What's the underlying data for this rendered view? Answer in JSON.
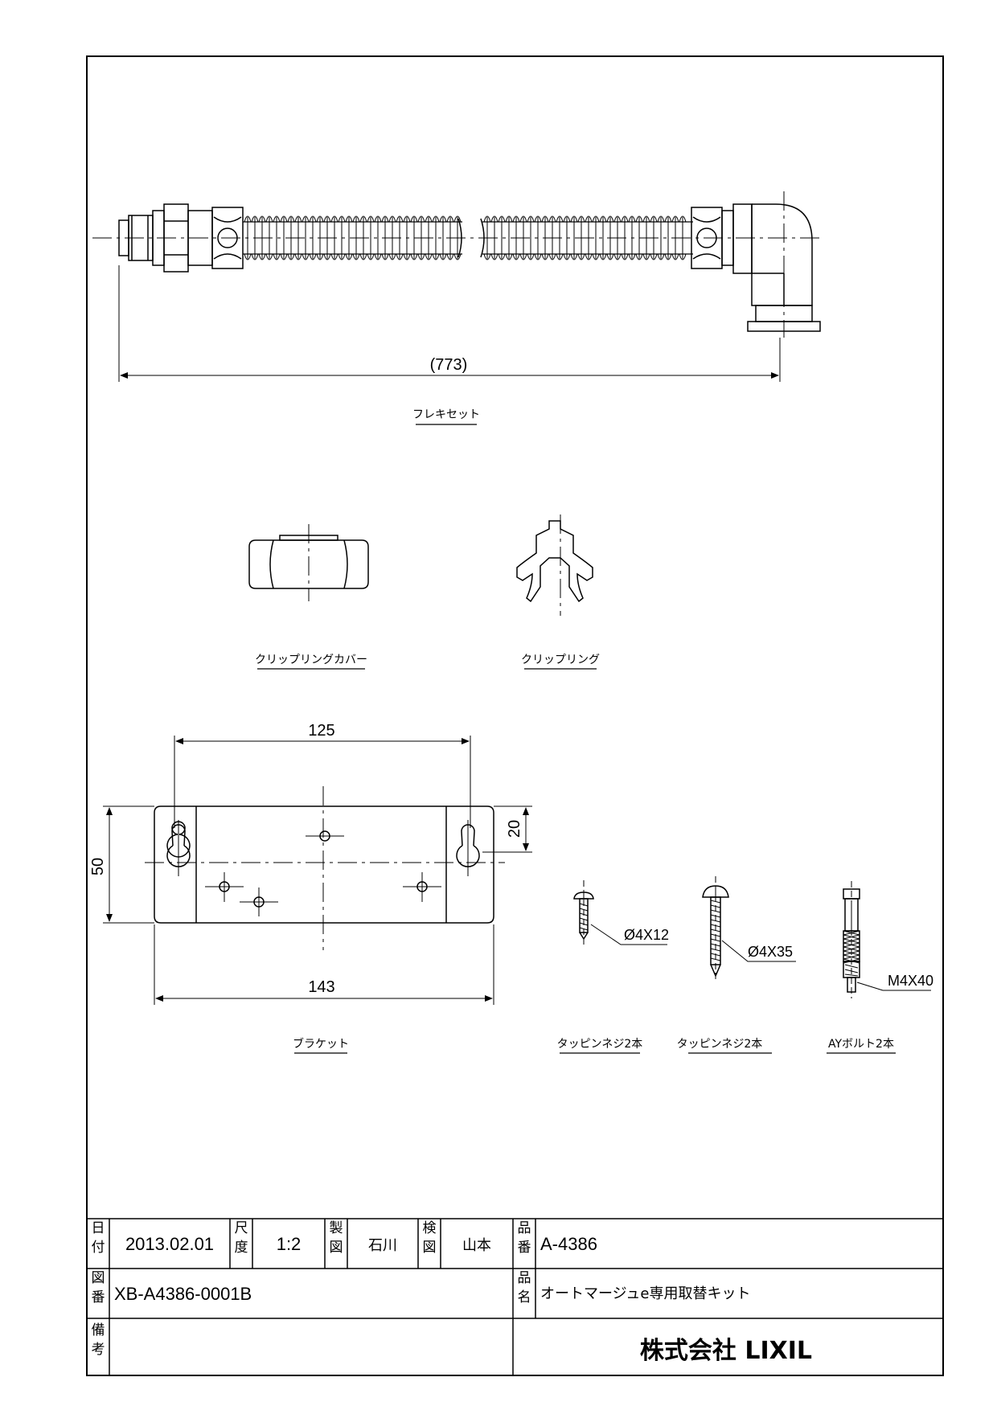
{
  "parts": {
    "flex_set": {
      "label": "フレキセット",
      "length": "(773)"
    },
    "clip_ring_cover": {
      "label": "クリップリングカバー"
    },
    "clip_ring": {
      "label": "クリップリング"
    },
    "bracket": {
      "label": "ブラケット",
      "dim_hole_pitch": "125",
      "dim_length": "143",
      "dim_height": "50",
      "dim_offset": "20"
    },
    "tapping_screw_a": {
      "label": "タッピンネジ2本",
      "size": "Ø4X12"
    },
    "tapping_screw_b": {
      "label": "タッピンネジ2本",
      "size": "Ø4X35"
    },
    "ay_bolt": {
      "label": "AYボルト2本",
      "size": "M4X40"
    }
  },
  "title_block": {
    "date_label": "日付",
    "date": "2013.02.01",
    "scale_label": "尺度",
    "scale": "1:2",
    "drawn_label": "製図",
    "drawn_by": "石川",
    "checked_label": "検図",
    "checked_by": "山本",
    "product_no_label": "品番",
    "product_no": "A-4386",
    "drawing_no_label": "図番",
    "drawing_no": "XB-A4386-0001B",
    "product_name_label": "品名",
    "product_name": "オートマージュe専用取替キット",
    "remarks_label": "備考",
    "company": "株式会社 LIXIL"
  }
}
